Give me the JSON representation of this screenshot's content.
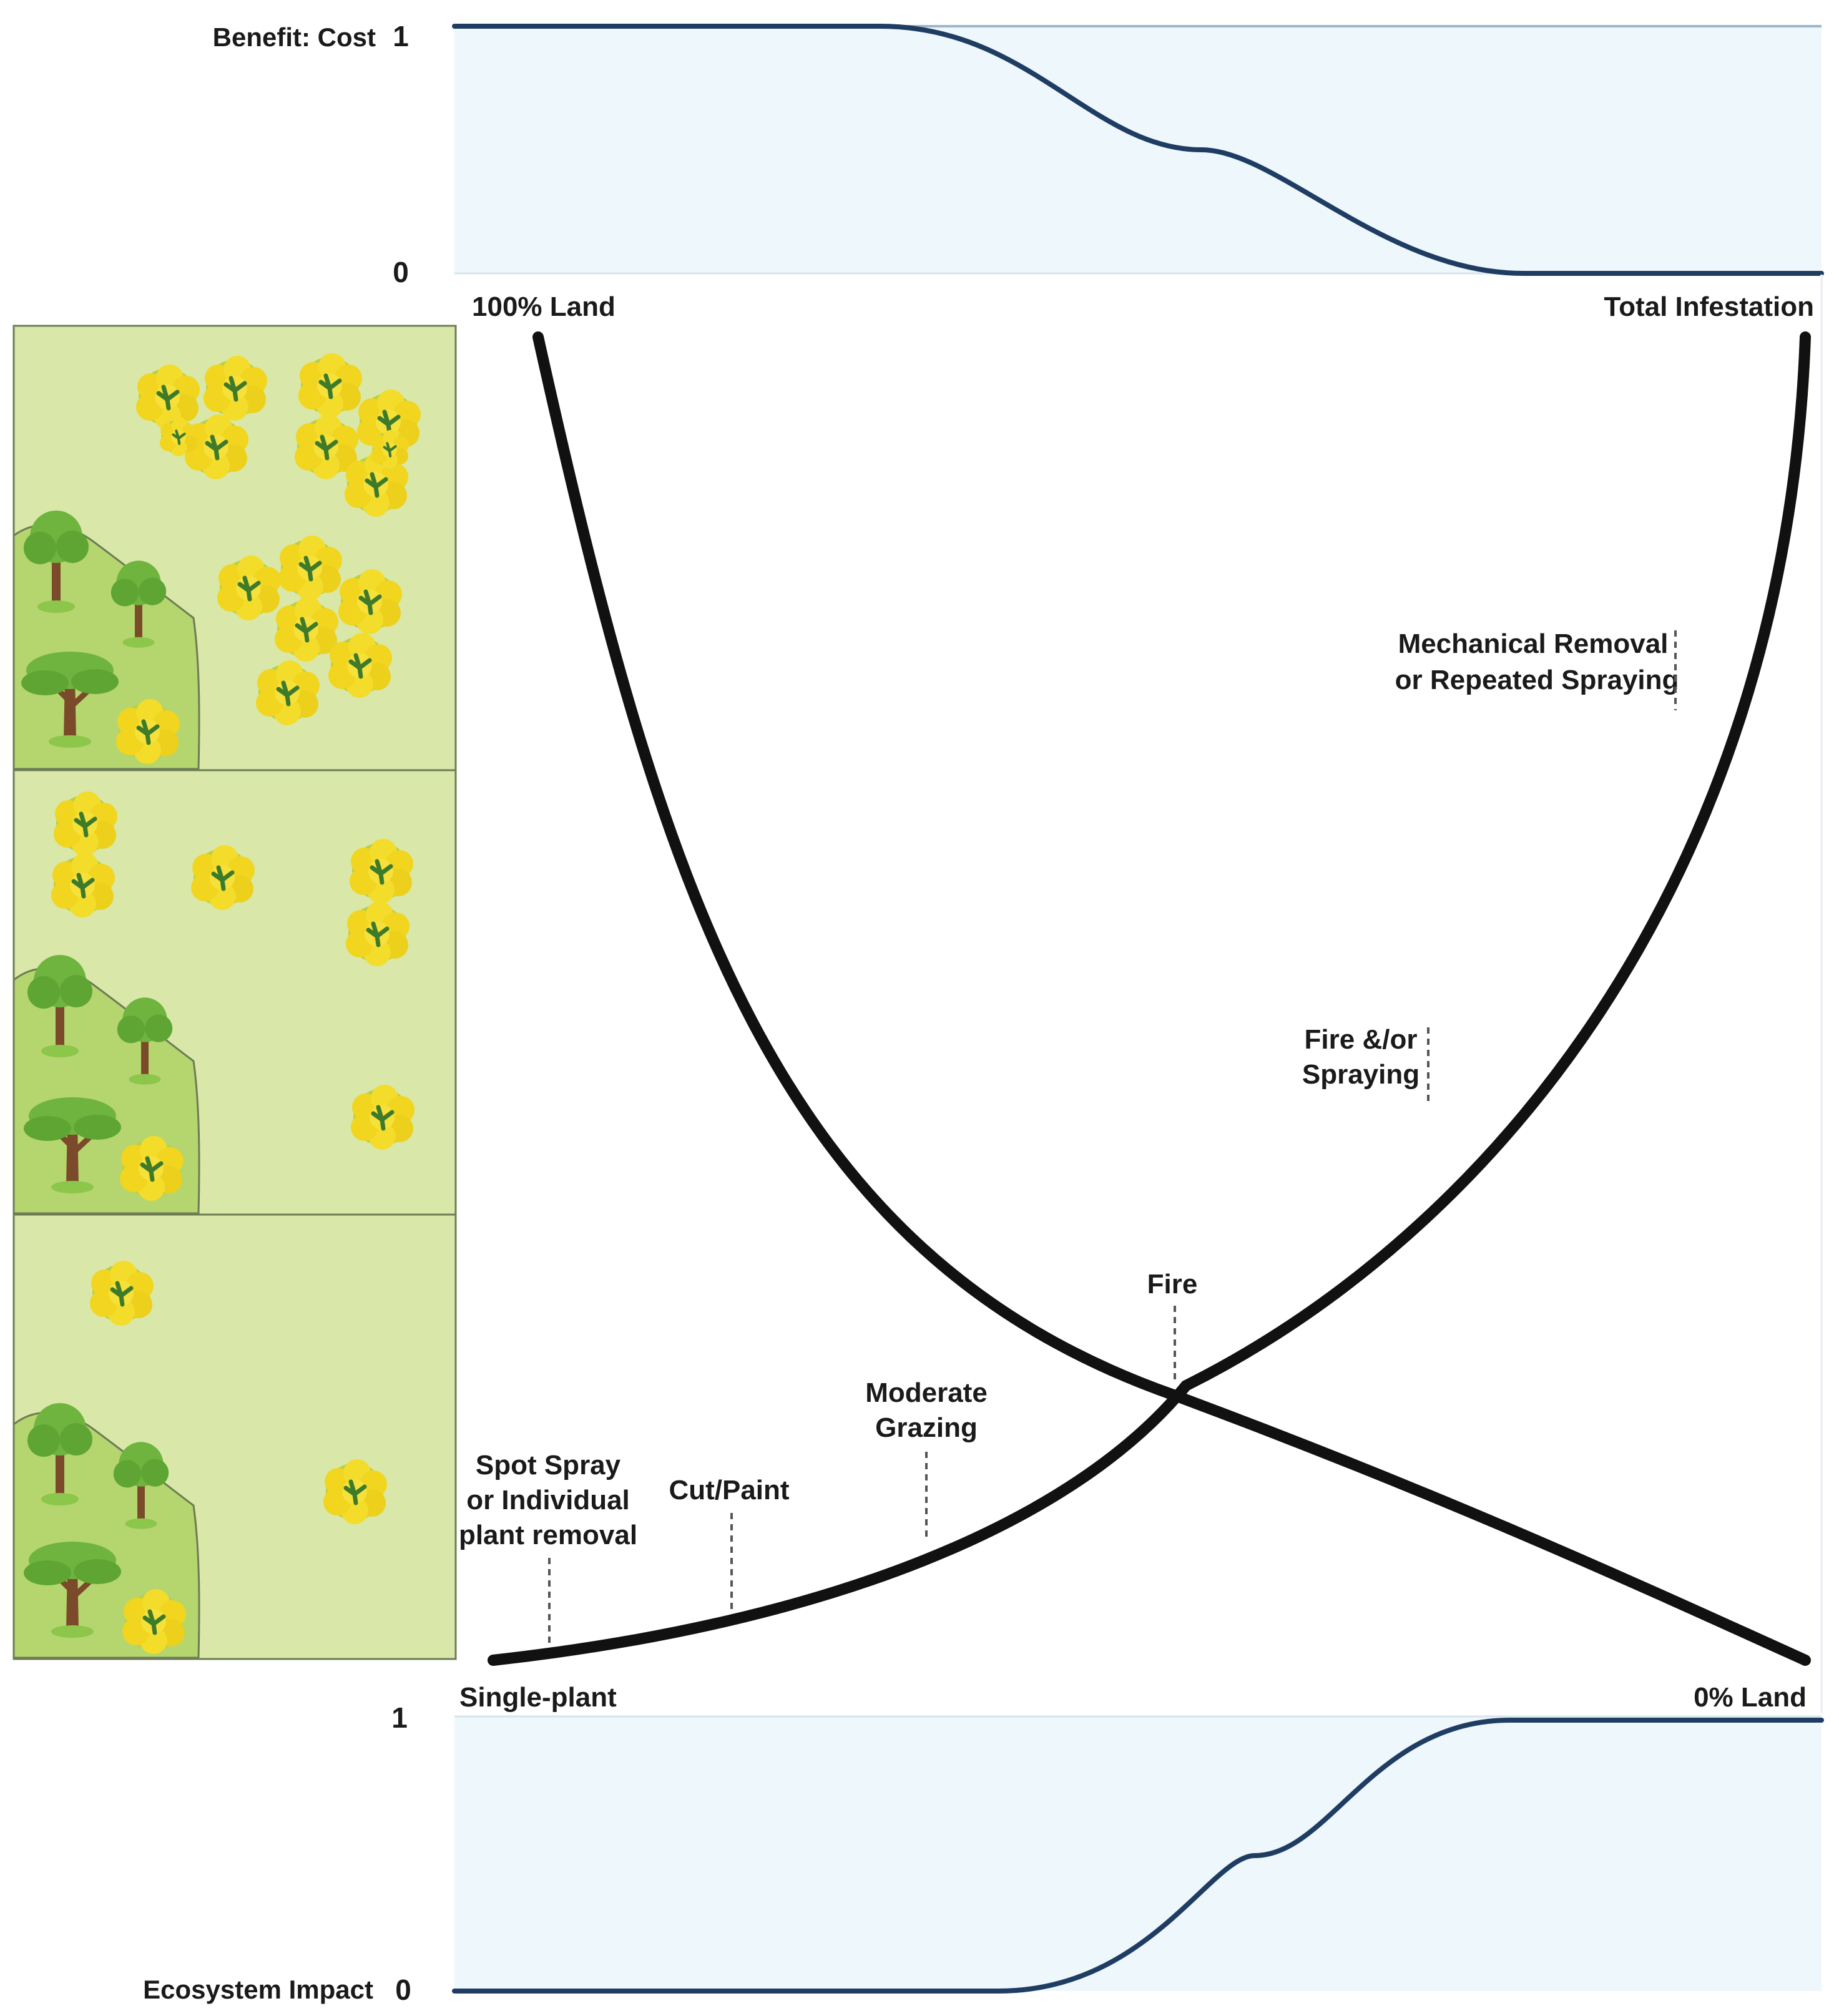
{
  "top_panel": {
    "axis_label": "Benefit: Cost",
    "tick_high": "1",
    "tick_low": "0",
    "level_start": 1,
    "level_end": 0
  },
  "bottom_panel": {
    "axis_label": "Ecosystem Impact",
    "tick_high": "1",
    "tick_low": "0",
    "level_start": 0,
    "level_end": 1
  },
  "corners": {
    "top_left": "100% Land",
    "top_right": "Total Infestation",
    "bottom_left": "Single-plant",
    "bottom_right": "0% Land"
  },
  "methods": [
    {
      "id": "spot-spray",
      "lines": [
        "Spot Spray",
        "or Individual",
        "plant removal"
      ]
    },
    {
      "id": "cut-paint",
      "lines": [
        "Cut/Paint"
      ]
    },
    {
      "id": "moderate-grazing",
      "lines": [
        "Moderate",
        "Grazing"
      ]
    },
    {
      "id": "fire",
      "lines": [
        "Fire"
      ]
    },
    {
      "id": "fire-spraying",
      "lines": [
        "Fire &/or",
        "Spraying"
      ]
    },
    {
      "id": "mechanical-removal",
      "lines": [
        "Mechanical Removal",
        "or Repeated Spraying"
      ]
    }
  ],
  "scenes": [
    {
      "id": "high-infestation",
      "weed_count": 16
    },
    {
      "id": "medium-infestation",
      "weed_count": 7
    },
    {
      "id": "low-infestation",
      "weed_count": 3
    }
  ],
  "colors": {
    "panel_fill": "#eef7fb",
    "panel_curve": "#1f3d63",
    "main_curve": "#111111",
    "ground_light": "#d9e8a8",
    "ground_dark": "#b5d56e",
    "tree_green": "#6fb43f",
    "weed_yellow": "#f1d51e"
  }
}
